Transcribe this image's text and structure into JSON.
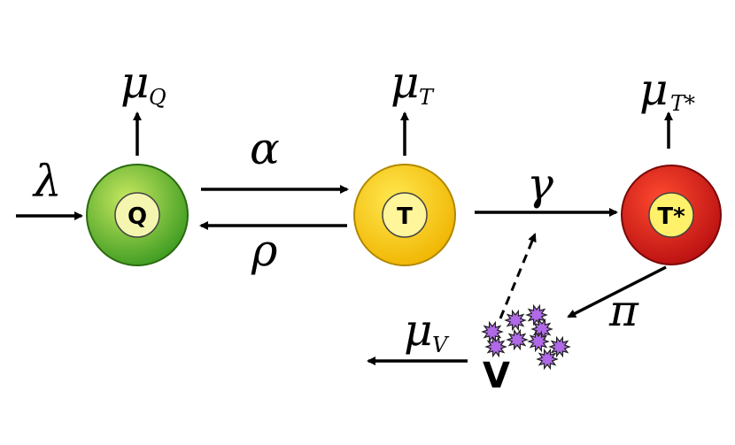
{
  "colors": {
    "q_outer": "#4caf2a",
    "q_inner": "#f2f7a0",
    "t_outer": "#f5c400",
    "t_inner": "#fff59a",
    "tstar_outer": "#d81818",
    "tstar_inner": "#fff16a",
    "virion": "#b06ae8"
  },
  "nodes": {
    "q": {
      "label": "Q"
    },
    "t": {
      "label": "T"
    },
    "tstar": {
      "label": "T*"
    },
    "v": {
      "label": "V"
    }
  },
  "rates": {
    "lambda": "λ",
    "alpha": "α",
    "rho": "ρ",
    "gamma": "γ",
    "pi": "π",
    "mu": "μ",
    "mu_q_sub": "Q",
    "mu_t_sub": "T",
    "mu_tstar_sub": "T*",
    "mu_v_sub": "V"
  }
}
